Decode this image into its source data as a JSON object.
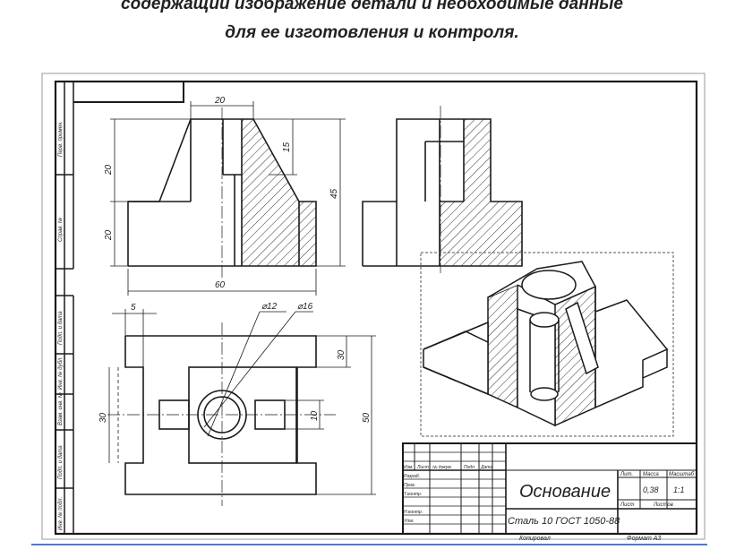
{
  "caption": {
    "line1": "содержащий изображение детали и необходимые данные",
    "line2": "для ее изготовления и контроля."
  },
  "drawing": {
    "dims": {
      "top_width": "20",
      "height_upper": "20",
      "height_lower": "20",
      "slot_depth": "15",
      "total_height": "45",
      "total_width": "60",
      "side_offset": "5",
      "diam_inner": "⌀12",
      "diam_outer": "⌀16",
      "plan_upper": "30",
      "plan_mid": "10",
      "plan_total": "50",
      "plan_left": "30"
    },
    "title_block": {
      "name": "Основание",
      "material": "Сталь 10  ГОСТ 1050-88",
      "mass": "0,38",
      "scale": "1:1",
      "sheet": "Лист",
      "sheets": "Листов",
      "lit": "Лит.",
      "mass_label": "Масса",
      "scale_label": "Масштаб",
      "copied": "Копировал",
      "format": "Формат  А3",
      "rows": [
        "Изм.",
        "Лист",
        "№ докум.",
        "Подп.",
        "Дата"
      ],
      "roles": [
        "Разраб.",
        "Пров.",
        "Т.контр.",
        "",
        "Н.контр.",
        "Утв."
      ]
    },
    "side_strip": [
      "Перв. примен.",
      "Справ. №",
      "Подп. и дата",
      "Инв. № дубл.",
      "Взам. инв. №",
      "Подп. и дата",
      "Инв. № подл."
    ]
  }
}
